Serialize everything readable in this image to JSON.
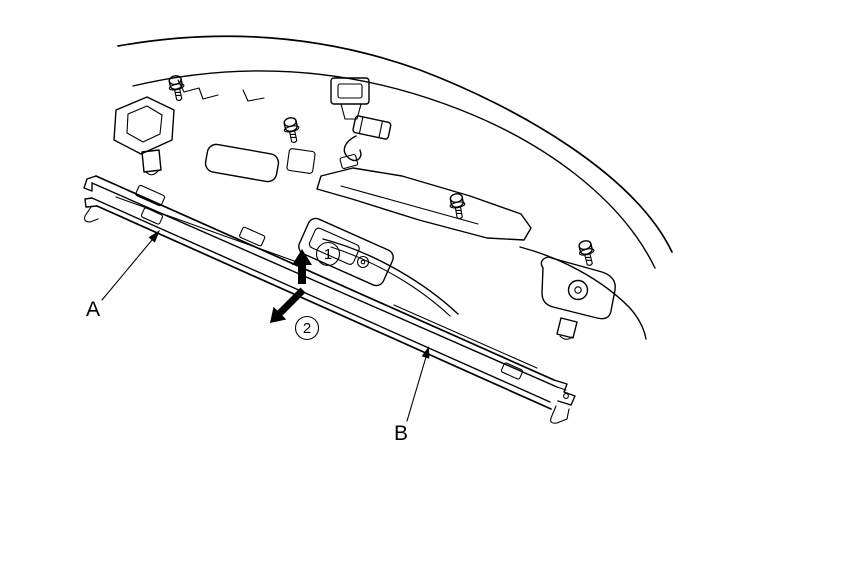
{
  "page": {
    "background_color": "#ffffff",
    "line_color": "#000000"
  },
  "diagram": {
    "type": "service-manual-parts-illustration",
    "subject": "rear-trim-panel-and-garnish-removal",
    "callouts": [
      {
        "id": "A",
        "label": "A"
      },
      {
        "id": "B",
        "label": "B"
      }
    ],
    "steps": [
      {
        "number": "1",
        "arrow_direction": "up"
      },
      {
        "number": "2",
        "arrow_direction": "down-left"
      }
    ]
  }
}
